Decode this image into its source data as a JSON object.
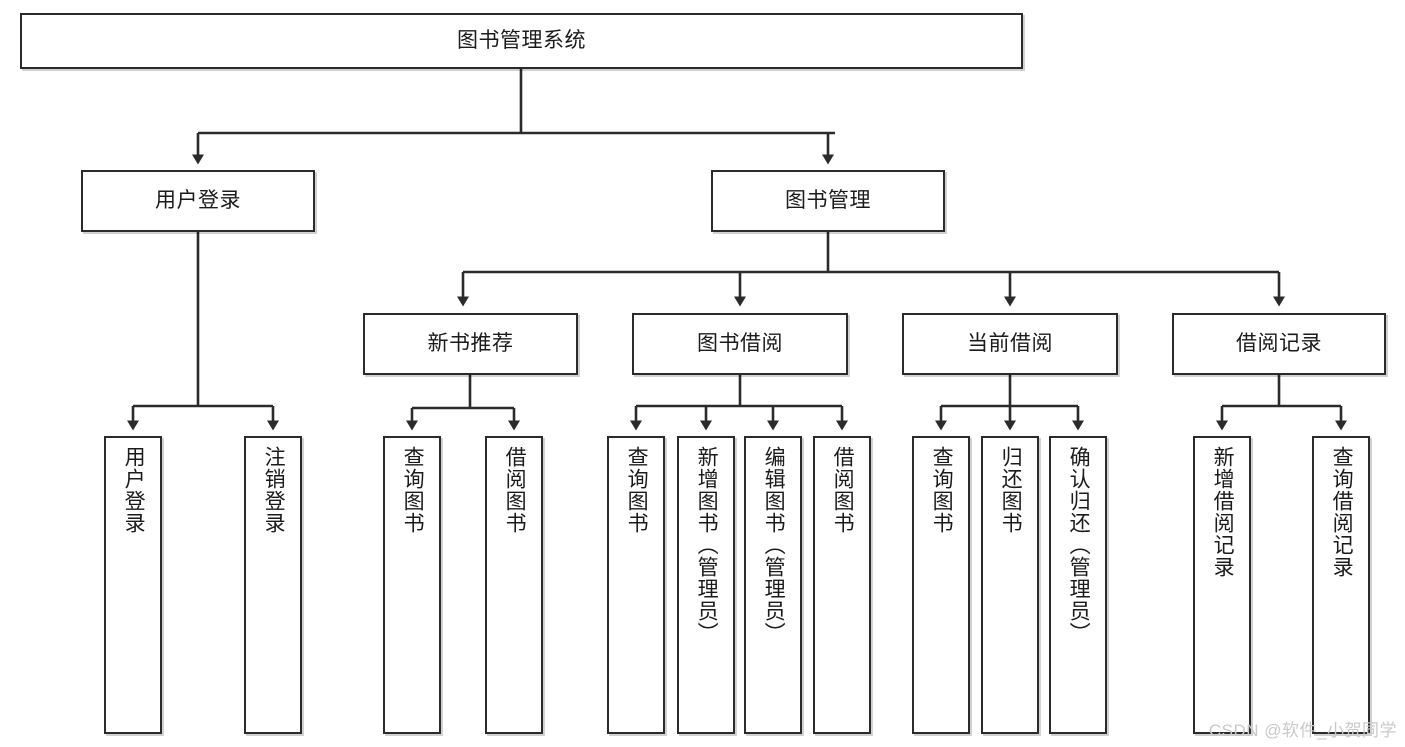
{
  "diagram": {
    "title": "图书管理系统",
    "type": "tree-hierarchy",
    "watermark": "CSDN @软件_小贺同学",
    "colors": {
      "box_border": "#2b2b2b",
      "box_fill": "#ffffff",
      "edge": "#2b2b2b",
      "text": "#1b1b1b",
      "watermark": "#c9c9c9"
    },
    "nodes": {
      "root": {
        "label": "图书管理系统"
      },
      "level1": [
        {
          "label": "用户登录"
        },
        {
          "label": "图书管理"
        }
      ],
      "level2": [
        {
          "label": "新书推荐"
        },
        {
          "label": "图书借阅"
        },
        {
          "label": "当前借阅"
        },
        {
          "label": "借阅记录"
        }
      ],
      "leaves": {
        "user_login": [
          {
            "label": "用户登录"
          },
          {
            "label": "注销登录"
          }
        ],
        "new_book_recommend": [
          {
            "label": "查询图书"
          },
          {
            "label": "借阅图书"
          }
        ],
        "book_borrow": [
          {
            "label": "查询图书"
          },
          {
            "label": "新增图书（管理员）"
          },
          {
            "label": "编辑图书（管理员）"
          },
          {
            "label": "借阅图书"
          }
        ],
        "current_borrow": [
          {
            "label": "查询图书"
          },
          {
            "label": "归还图书"
          },
          {
            "label": "确认归还（管理员）"
          }
        ],
        "borrow_record": [
          {
            "label": "新增借阅记录"
          },
          {
            "label": "查询借阅记录"
          }
        ]
      }
    }
  }
}
